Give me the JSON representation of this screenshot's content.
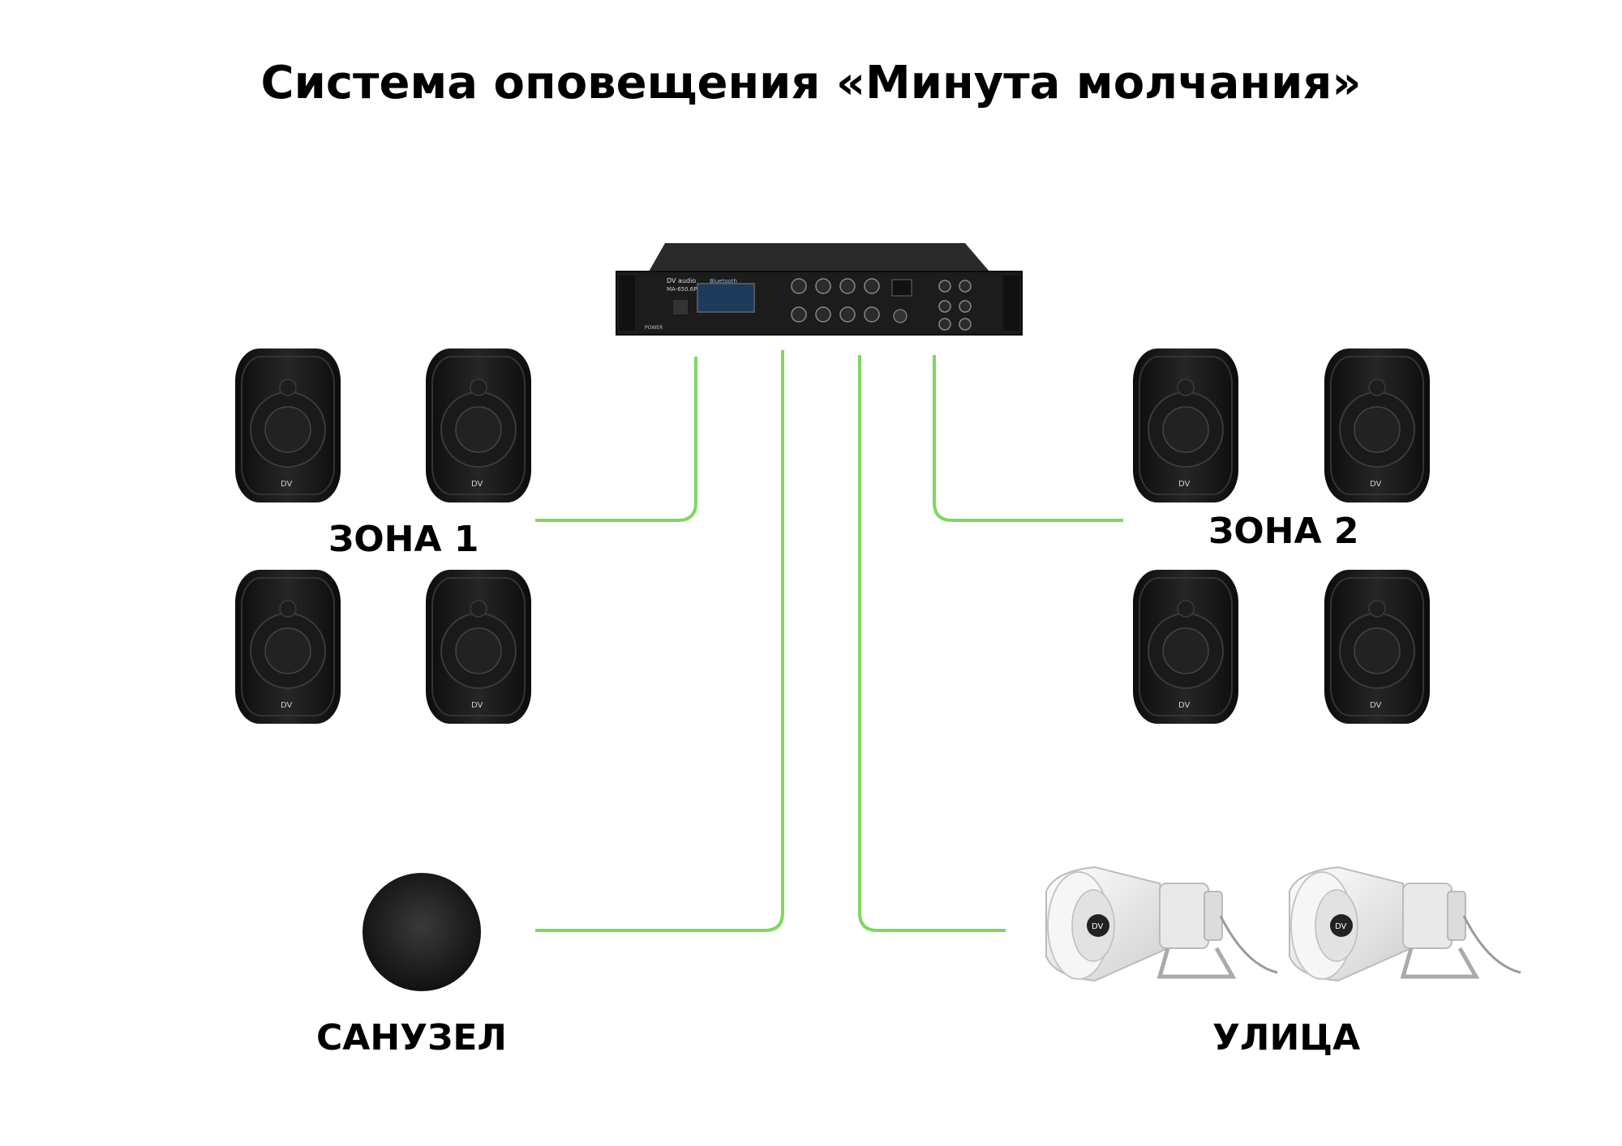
{
  "title": "Система оповещения «Минута молчания»",
  "zones": {
    "zone1": "ЗОНА 1",
    "zone2": "ЗОНА 2",
    "bathroom": "САНУЗЕЛ",
    "street": "УЛИЦА"
  },
  "amplifier": {
    "brand": "DV audio",
    "model": "MA-650.6P",
    "bluetooth": "Bluetooth",
    "power": "POWER"
  },
  "speaker_brand": "DV",
  "colors": {
    "wire": "#7fd860",
    "speaker": "#141414",
    "amplifier": "#1c1c1c",
    "horn": "#eeeeee"
  },
  "icons": {
    "amplifier": "amplifier-icon",
    "wall_speaker": "wall-speaker-icon",
    "ceiling_speaker": "ceiling-speaker-icon",
    "horn": "horn-speaker-icon"
  }
}
